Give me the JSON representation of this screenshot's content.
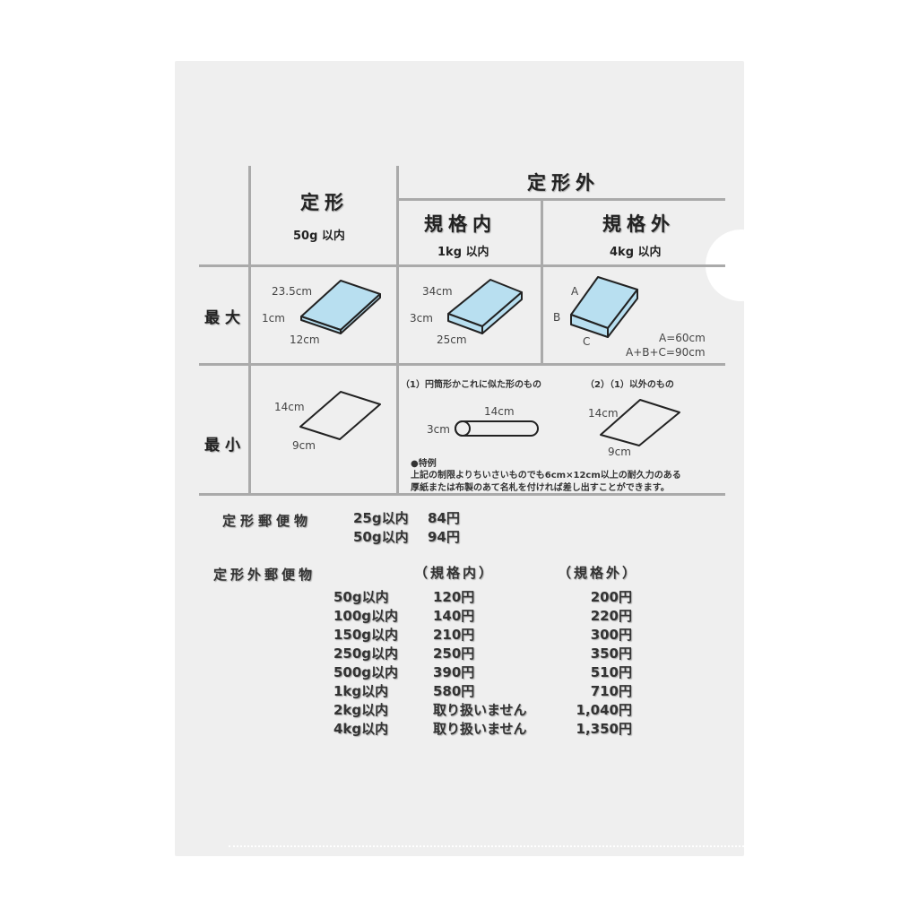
{
  "header": {
    "teikei": "定形",
    "teikei_weight": "50g 以内",
    "teikeigai": "定形外",
    "kikakunai": "規格内",
    "kikakunai_weight": "1kg 以内",
    "kikakugai": "規格外",
    "kikakugai_weight": "4kg 以内"
  },
  "rows": {
    "max": "最大",
    "min": "最小"
  },
  "max": {
    "teikei": {
      "length": "23.5cm",
      "height": "1cm",
      "width": "12cm"
    },
    "kikakunai": {
      "length": "34cm",
      "height": "3cm",
      "width": "25cm"
    },
    "kikakugai": {
      "a": "A",
      "b": "B",
      "c": "C",
      "rule1": "A=60cm",
      "rule2": "A+B+C=90cm"
    }
  },
  "min": {
    "teikei": {
      "length": "14cm",
      "width": "9cm"
    },
    "note1": "（1）円筒形かこれに似た形のもの",
    "note2": "（2）（1）以外のもの",
    "cyl_length": "14cm",
    "cyl_diam": "3cm",
    "rect_length": "14cm",
    "rect_width": "9cm",
    "special_title": "●特例",
    "special_line1": "上記の制限よりちいさいものでも6cm×12cm以上の耐久力のある",
    "special_line2": "厚紙または布製のあて名札を付ければ差し出すことができます。"
  },
  "teikei_rates": {
    "title": "定形郵便物",
    "rows": [
      {
        "weight": "25g以内",
        "price": "84円"
      },
      {
        "weight": "50g以内",
        "price": "94円"
      }
    ]
  },
  "teikeigai_rates": {
    "title": "定形外郵便物",
    "col_in": "（規格内）",
    "col_out": "（規格外）",
    "rows": [
      {
        "weight": "50g以内",
        "in": "120円",
        "out": "200円"
      },
      {
        "weight": "100g以内",
        "in": "140円",
        "out": "220円"
      },
      {
        "weight": "150g以内",
        "in": "210円",
        "out": "300円"
      },
      {
        "weight": "250g以内",
        "in": "250円",
        "out": "350円"
      },
      {
        "weight": "500g以内",
        "in": "390円",
        "out": "510円"
      },
      {
        "weight": "1kg以内",
        "in": "580円",
        "out": "710円"
      },
      {
        "weight": "2kg以内",
        "in": "取り扱いません",
        "out": "1,040円"
      },
      {
        "weight": "4kg以内",
        "in": "取り扱いません",
        "out": "1,350円"
      }
    ]
  }
}
